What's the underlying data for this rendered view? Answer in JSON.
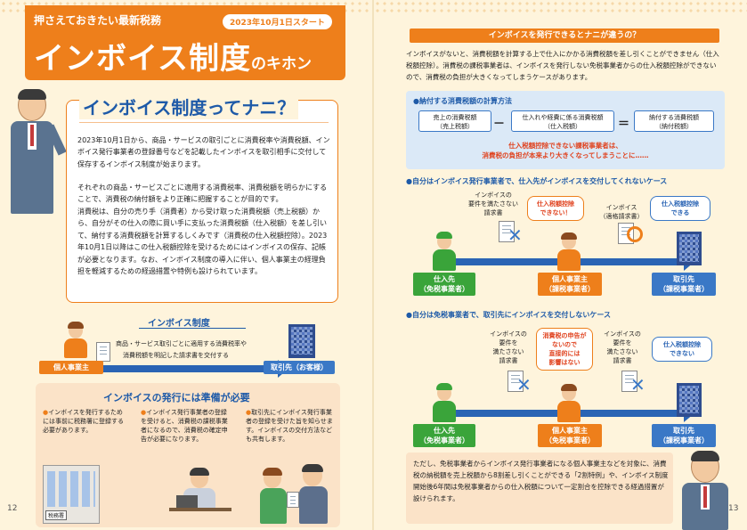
{
  "left": {
    "banner": {
      "subtitle": "押さえておきたい最新税務",
      "tag": "2023年10月1日スタート",
      "title_main": "インボイス制度",
      "title_suffix": "のキホン"
    },
    "heading": "インボイス制度ってナニ？",
    "paragraphs": [
      "2023年10月1日から、商品・サービスの取引ごとに消費税率や消費税額、インボイス発行事業者の登録番号などを記載したインボイスを取引相手に交付して保存するインボイス制度が始まります。",
      "それぞれの商品・サービスごとに適用する消費税率、消費税額を明らかにすることで、消費税の納付額をより正確に把握することが目的です。",
      "消費税は、自分の売り手（消費者）から受け取った消費税額（売上税額）から、自分がその仕入の際に買い手に支払った消費税額（仕入税額）を差し引いて、納付する消費税額を計算するしくみです（消費税の仕入税額控除）。2023年10月1日以降はこの仕入税額控除を受けるためにはインボイスの保存、記帳が必要となります。なお、インボイス制度の導入に伴い、個人事業主の経理負担を軽減するための経過措置や特例も設けられています。"
    ],
    "diagram": {
      "title": "インボイス制度",
      "desc_line1": "商品・サービス取引ごとに適用する消費税率や",
      "desc_line2": "消費税額を明記した請求書を交付する",
      "from_label": "個人事業主",
      "to_label": "取引先（お客様）"
    },
    "prep": {
      "title": "インボイスの発行には準備が必要",
      "items": [
        "インボイスを発行するためには事前に税務署に登録する必要があります。",
        "インボイス発行事業者の登録を受けると、消費税の課税事業者になるので、消費税の確定申告が必要になります。",
        "取引先にインボイス発行事業者の登録を受けた旨を知らせます。インボイスの交付方法なども共有します。"
      ],
      "office_sign": "税務署"
    },
    "page_number": "12"
  },
  "right": {
    "header": "インボイスを発行できるとナニが違うの？",
    "intro": "インボイスがないと、消費税額を計算する上で仕入にかかる消費税額を差し引くことができません（仕入税額控除）。消費税の課税事業者は、インボイスを発行しない免税事業者からの仕入税額控除ができないので、消費税の負担が大きくなってしまうケースがあります。",
    "calc": {
      "title": "●納付する消費税額の計算方法",
      "box1_line1": "売上の消費税額",
      "box1_line2": "（売上税額）",
      "op_minus": "－",
      "box2_line1": "仕入れや経費に係る消費税額",
      "box2_line2": "（仕入税額）",
      "op_equals": "＝",
      "box3_line1": "納付する消費税額",
      "box3_line2": "（納付税額）",
      "warning_line1": "仕入税額控除できない課税事業者は、",
      "warning_line2": "消費税の負担が本来より大きくなってしまうことに……"
    },
    "case1": {
      "title": "●自分はインボイス発行事業者で、仕入先がインボイスを交付してくれないケース",
      "doc_bad_line1": "インボイスの",
      "doc_bad_line2": "要件を満たさない",
      "doc_bad_line3": "請求書",
      "bubble_mid_line1": "仕入税額控除",
      "bubble_mid_line2": "できない！",
      "doc_good_line1": "インボイス",
      "doc_good_line2": "（適格請求書）",
      "bubble_right_line1": "仕入税額控除",
      "bubble_right_line2": "できる",
      "supplier_line1": "仕入先",
      "supplier_line2": "（免税事業者）",
      "self_line1": "個人事業主",
      "self_line2": "（課税事業者）",
      "client_line1": "取引先",
      "client_line2": "（課税事業者）"
    },
    "case2": {
      "title": "●自分は免税事業者で、取引先にインボイスを交付しないケース",
      "doc1_line1": "インボイスの",
      "doc1_line2": "要件を",
      "doc1_line3": "満たさない",
      "doc1_line4": "請求書",
      "bubble_mid_line1": "消費税の申告が",
      "bubble_mid_line2": "ないので",
      "bubble_mid_line3": "直接的には",
      "bubble_mid_line4": "影響はない",
      "doc2_line1": "インボイスの",
      "doc2_line2": "要件を",
      "doc2_line3": "満たさない",
      "doc2_line4": "請求書",
      "bubble_right_line1": "仕入税額控除",
      "bubble_right_line2": "できない",
      "supplier_line1": "仕入先",
      "supplier_line2": "（免税事業者）",
      "self_line1": "個人事業主",
      "self_line2": "（免税事業者）",
      "client_line1": "取引先",
      "client_line2": "（課税事業者）"
    },
    "note": "ただし、免税事業者からインボイス発行事業者になる個人事業主などを対象に、消費税の納税額を売上税額から8割差し引くことができる「2割特例」や、インボイス制度開始後6年間は免税事業者からの仕入税額について一定割合を控除できる経過措置が設けられます。",
    "page_number": "13"
  },
  "colors": {
    "orange": "#ee7f1b",
    "blue": "#3a78c6",
    "green": "#3aa43a",
    "red": "#e0421e"
  }
}
